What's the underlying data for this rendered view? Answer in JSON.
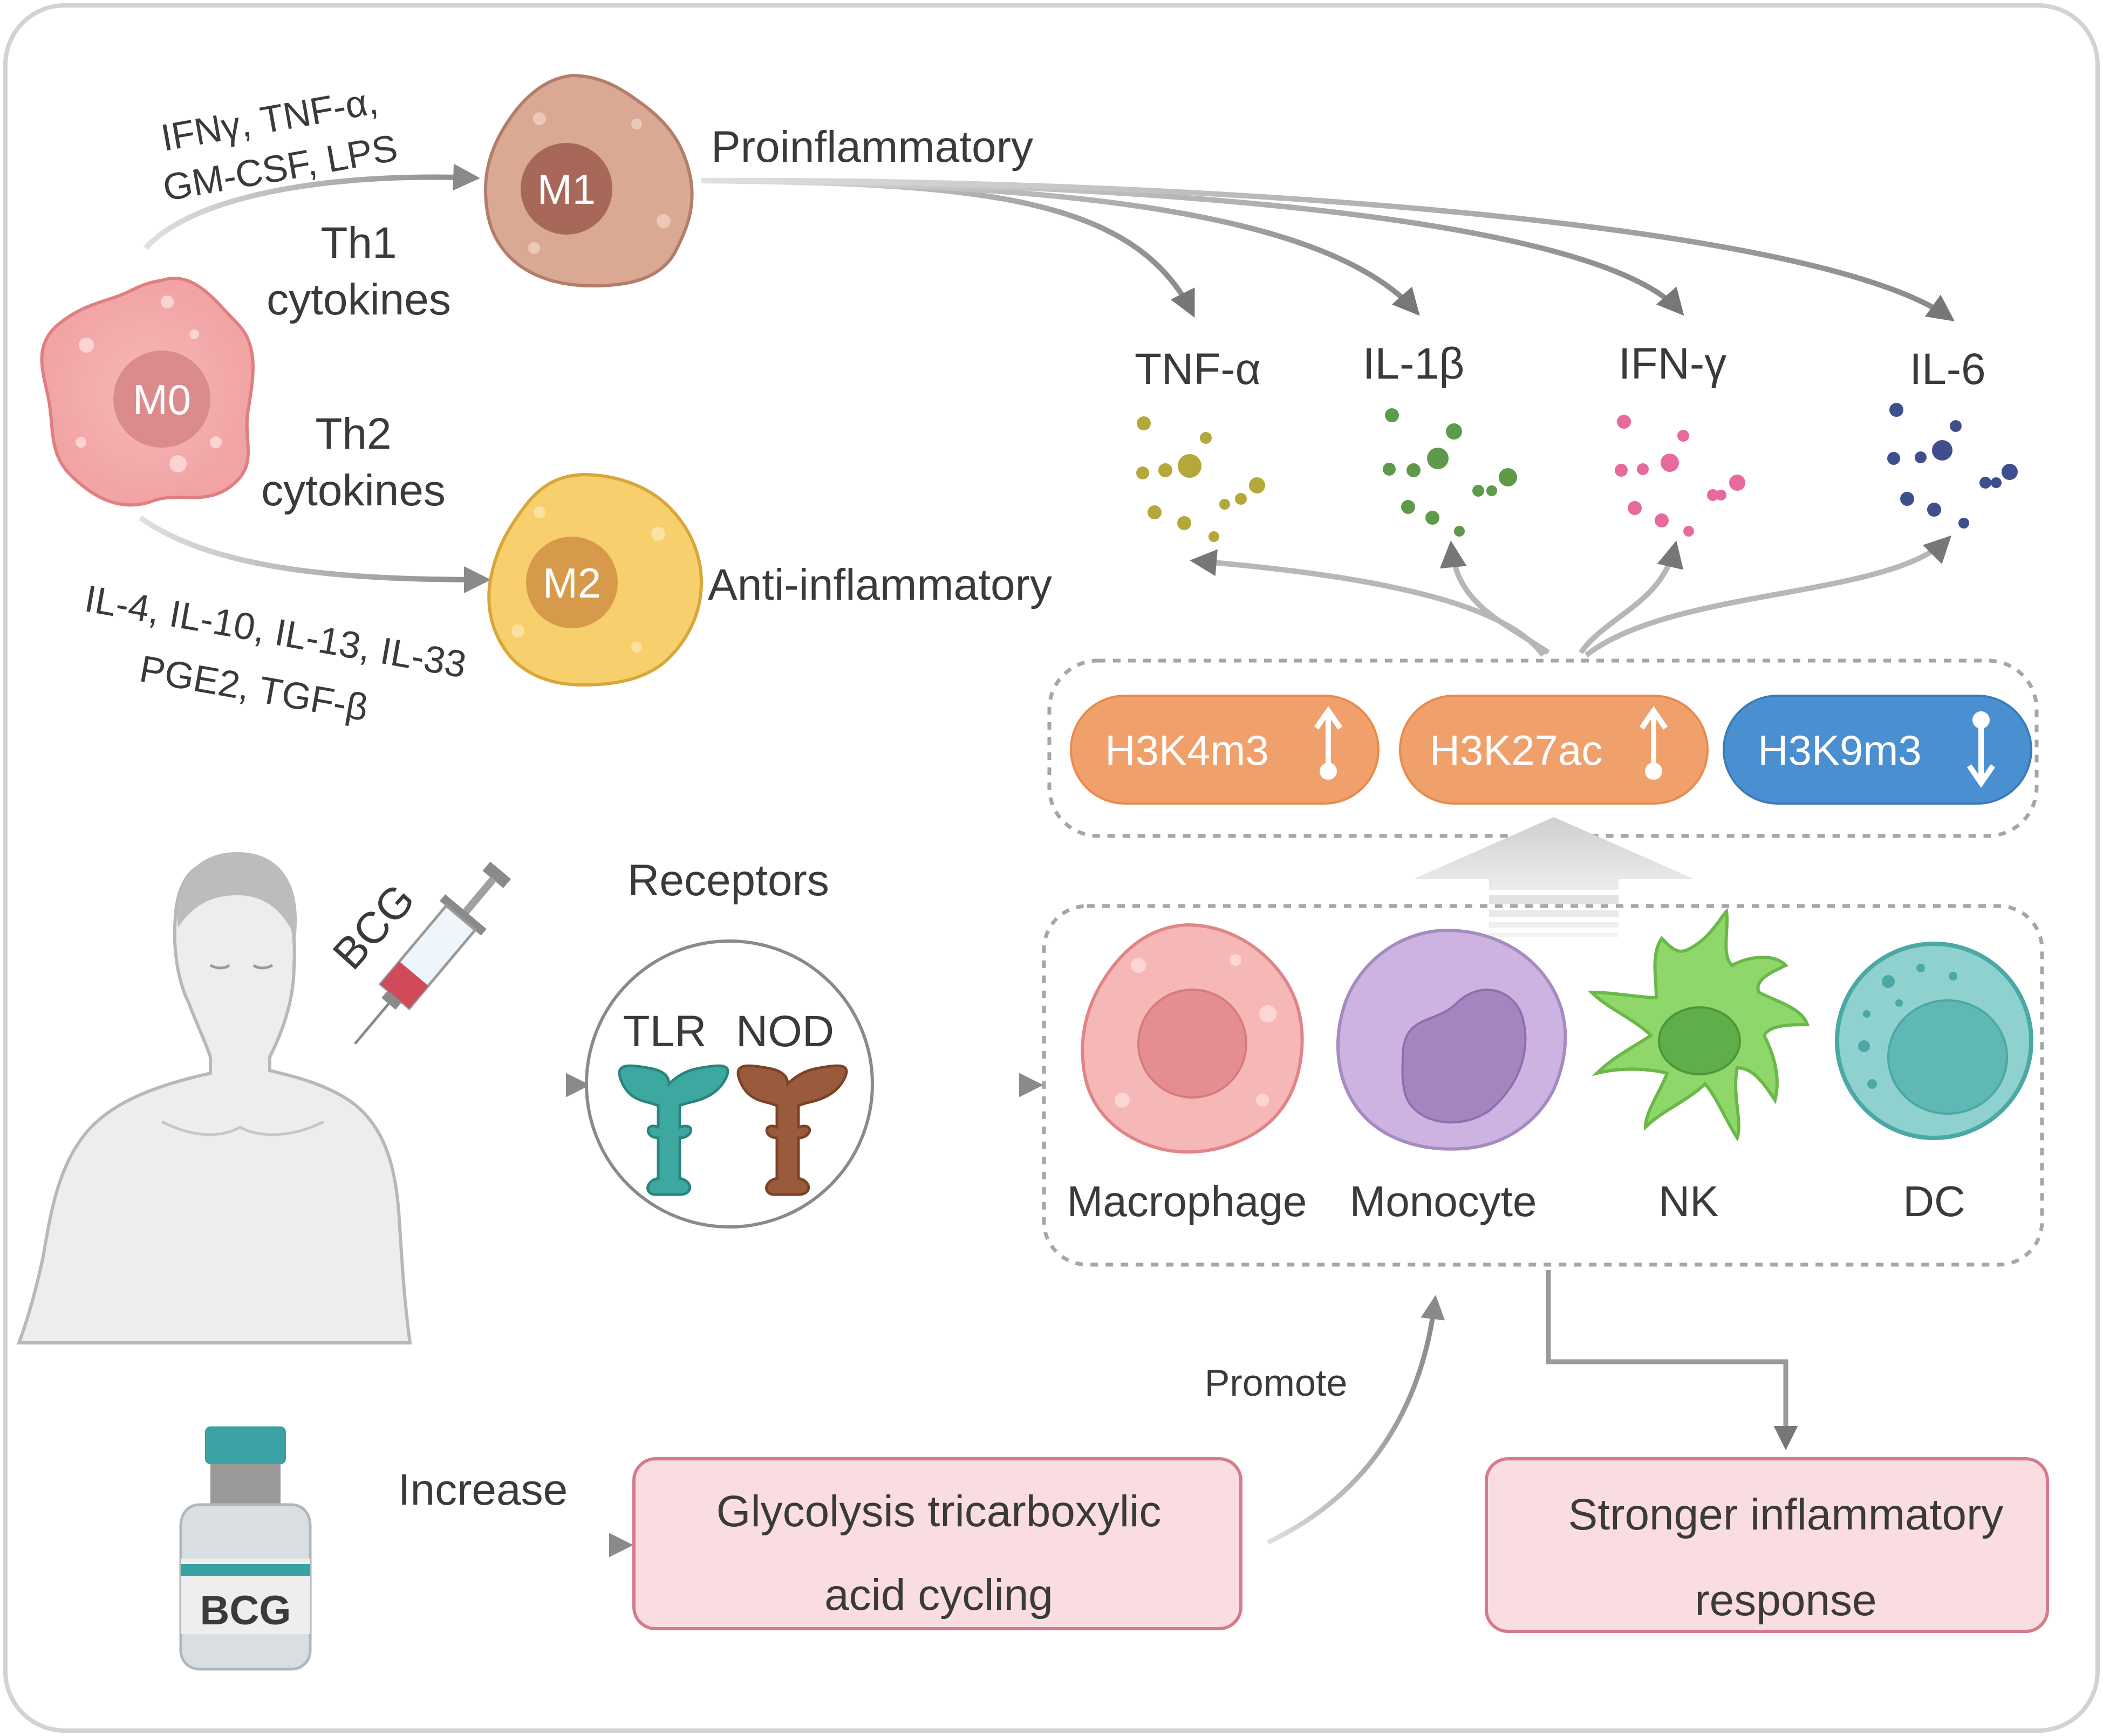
{
  "macrophage_polarization": {
    "m0_label": "M0",
    "m1_label": "M1",
    "m2_label": "M2",
    "m1_stimuli_line1": "IFNγ, TNF-α,",
    "m1_stimuli_line2": "GM-CSF, LPS",
    "th1_line1": "Th1",
    "th1_line2": "cytokines",
    "th2_line1": "Th2",
    "th2_line2": "cytokines",
    "m2_stimuli_line1": "IL-4, IL-10, IL-13, IL-33",
    "m2_stimuli_line2": "PGE2, TGF-β",
    "m1_state": "Proinflammatory",
    "m2_state": "Anti-inflammatory"
  },
  "cytokines": [
    {
      "label": "TNF-α",
      "color": "#b5a83a"
    },
    {
      "label": "IL-1β",
      "color": "#5e9a4a"
    },
    {
      "label": "IFN-γ",
      "color": "#e86a9c"
    },
    {
      "label": "IL-6",
      "color": "#3f4e8c"
    }
  ],
  "histone_marks": [
    {
      "label": "H3K4m3",
      "direction": "up",
      "color": "#f0a06a"
    },
    {
      "label": "H3K27ac",
      "direction": "up",
      "color": "#f0a06a"
    },
    {
      "label": "H3K9m3",
      "direction": "down",
      "color": "#4a8fcf"
    }
  ],
  "vaccination": {
    "syringe_label": "BCG",
    "receptors_title": "Receptors",
    "receptor_1": "TLR",
    "receptor_2": "NOD",
    "vial_label": "BCG"
  },
  "immune_cells": [
    "Macrophage",
    "Monocyte",
    "NK",
    "DC"
  ],
  "metabolism": {
    "increase_label": "Increase",
    "promote_label": "Promote",
    "glycolysis_line1": "Glycolysis tricarboxylic",
    "glycolysis_line2": "acid cycling",
    "response_line1": "Stronger inflammatory",
    "response_line2": "response"
  }
}
